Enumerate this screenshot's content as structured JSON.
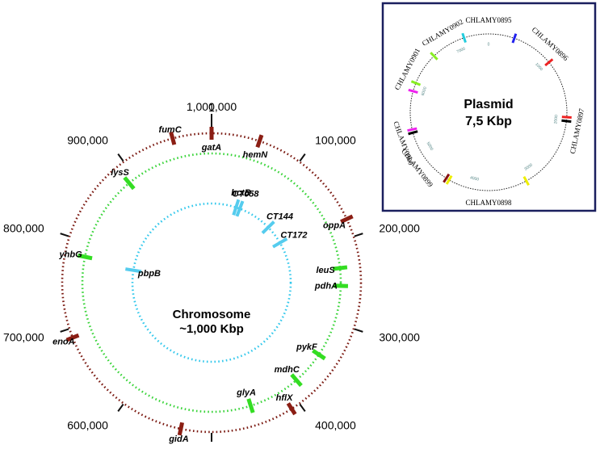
{
  "chromosome": {
    "title_line1": "Chromosome",
    "title_line2": "~1,000 Kbp",
    "position_labels": [
      {
        "text": "1",
        "value": 0
      },
      {
        "text": "100,000",
        "value": 100000
      },
      {
        "text": "200,000",
        "value": 200000
      },
      {
        "text": "300,000",
        "value": 300000
      },
      {
        "text": "400,000",
        "value": 400000
      },
      {
        "text": "500,000",
        "value": 500000
      },
      {
        "text": "600,000",
        "value": 600000
      },
      {
        "text": "700,000",
        "value": 700000
      },
      {
        "text": "800,000",
        "value": 800000
      },
      {
        "text": "900,000",
        "value": 900000
      },
      {
        "text": "1,000,000",
        "value": 1000000
      }
    ],
    "rings": [
      {
        "name": "outer",
        "ring_color": "#7b1a12",
        "marker_color": "#8b1e14",
        "genes": [
          {
            "label": "gatA",
            "position": 0
          },
          {
            "label": "hemN",
            "position": 52000
          },
          {
            "label": "oppA",
            "position": 180000
          },
          {
            "label": "hflX",
            "position": 410000
          },
          {
            "label": "gidA",
            "position": 533000
          },
          {
            "label": "enoA",
            "position": 690000
          },
          {
            "label": "fumC",
            "position": 958000
          }
        ]
      },
      {
        "name": "middle",
        "ring_color": "#3ad43a",
        "marker_color": "#33dd22",
        "genes": [
          {
            "label": "leuS",
            "position": 232000
          },
          {
            "label": "pdhA",
            "position": 254000
          },
          {
            "label": "pykF",
            "position": 344000
          },
          {
            "label": "mdhC",
            "position": 386000
          },
          {
            "label": "glyA",
            "position": 451000
          },
          {
            "label": "yhbG",
            "position": 782000
          },
          {
            "label": "lysS",
            "position": 890000
          }
        ]
      },
      {
        "name": "inner",
        "ring_color": "#33c8ec",
        "marker_color": "#55ccee",
        "genes": [
          {
            "label": "hctB",
            "position": 50000
          },
          {
            "label": "CT058",
            "position": 58000
          },
          {
            "label": "CT144",
            "position": 127000
          },
          {
            "label": "CT172",
            "position": 166000
          },
          {
            "label": "pbpB",
            "position": 775000
          }
        ]
      }
    ]
  },
  "plasmid": {
    "title_line1": "Plasmid",
    "title_line2": "7,5 Kbp",
    "gene_labels": [
      "CHLAMY0895",
      "CHLAMY0896",
      "CHLAMY0897",
      "CHLAMY0898",
      "CHLAMY0899",
      "CHLAMY0900",
      "CHLAMY0901",
      "CHLAMY0902"
    ],
    "tick_labels": [
      "0",
      "1000",
      "2000",
      "3000",
      "4000",
      "5000",
      "6000",
      "7000"
    ],
    "markers": [
      {
        "color": "#2222ee",
        "position": 400
      },
      {
        "color": "#ee2222",
        "position": 1050
      },
      {
        "color": "#ee2222",
        "position": 1950
      },
      {
        "color": "#000000",
        "position": 2010
      },
      {
        "color": "#eeee00",
        "position": 3150
      },
      {
        "color": "#eeee00",
        "position": 4380
      },
      {
        "color": "#881111",
        "position": 4430
      },
      {
        "color": "#000000",
        "position": 5310
      },
      {
        "color": "#ee22ee",
        "position": 5360
      },
      {
        "color": "#ee22ee",
        "position": 5950
      },
      {
        "color": "#88ee22",
        "position": 6080
      },
      {
        "color": "#88ee22",
        "position": 6580
      },
      {
        "color": "#22ccdd",
        "position": 7120
      }
    ]
  }
}
